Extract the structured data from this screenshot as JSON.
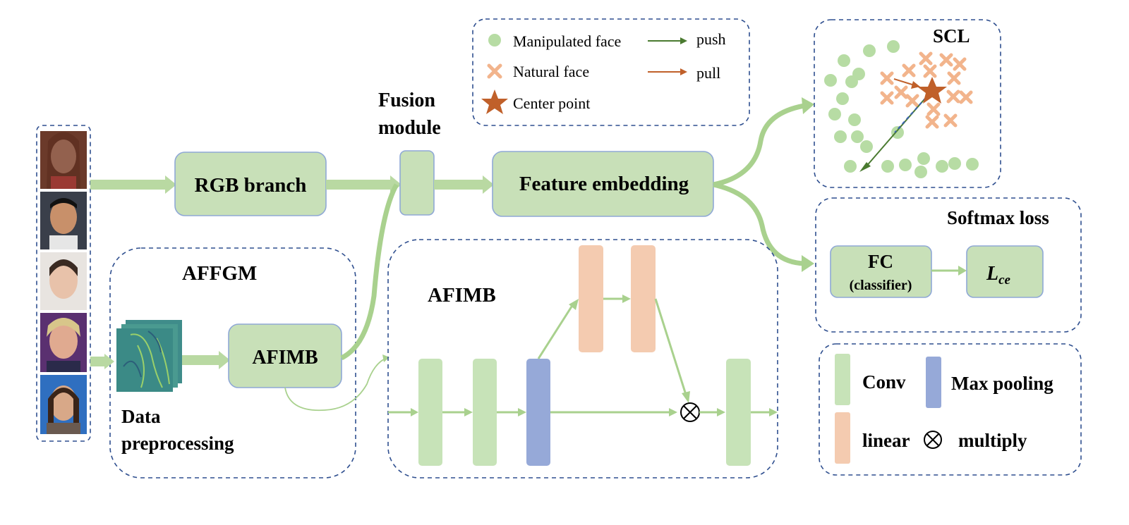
{
  "title_labels": {
    "rgb_branch": "RGB branch",
    "fusion_module_line1": "Fusion",
    "fusion_module_line2": "module",
    "feature_embedding": "Feature embedding",
    "affgm": "AFFGM",
    "afimb_small": "AFIMB",
    "afimb_detail": "AFIMB",
    "data_preprocessing_line1": "Data",
    "data_preprocessing_line2": "preprocessing",
    "scl": "SCL",
    "softmax_loss": "Softmax loss",
    "fc_line1": "FC",
    "fc_line2": "(classifier)",
    "lce_main": "L",
    "lce_sub": "ce"
  },
  "legend_top": {
    "manipulated_face": "Manipulated face",
    "natural_face": "Natural face",
    "center_point": "Center point",
    "push": "push",
    "pull": "pull"
  },
  "legend_bottom": {
    "conv": "Conv",
    "max_pooling": "Max pooling",
    "linear": "linear",
    "multiply": "multiply"
  },
  "colors": {
    "manipulated": "#b7dca4",
    "natural": "#f2b48c",
    "center": "#c0602a",
    "push_arrow": "#4a7a30",
    "pull_arrow": "#c0602a",
    "conv": "#c7e3b8",
    "linear": "#f4cbb0",
    "max_pooling": "#96a9d8",
    "border": "#2f4f8f"
  },
  "faces": [
    "face-1",
    "face-2",
    "face-3",
    "face-4",
    "face-5"
  ]
}
